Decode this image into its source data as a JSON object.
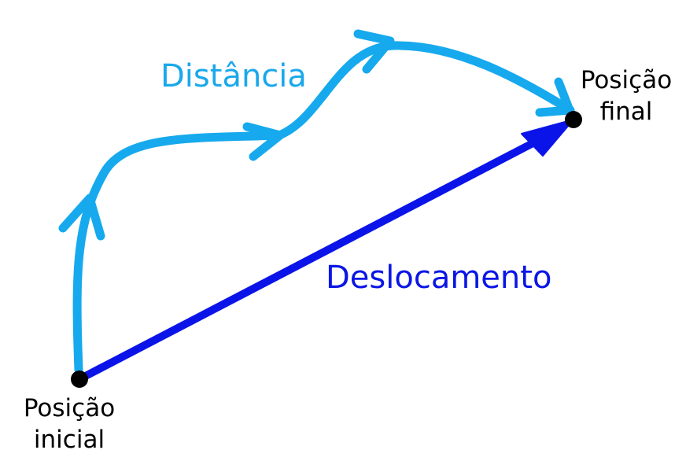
{
  "labels": {
    "distance": "Distância",
    "displacement": "Deslocamento",
    "initial_position": {
      "line1": "Posição",
      "line2": "inicial"
    },
    "final_position": {
      "line1": "Posição",
      "line2": "final"
    }
  },
  "colors": {
    "distance_path": "#16a9ed",
    "displacement_vector": "#0b14e8",
    "points": "#000000"
  }
}
